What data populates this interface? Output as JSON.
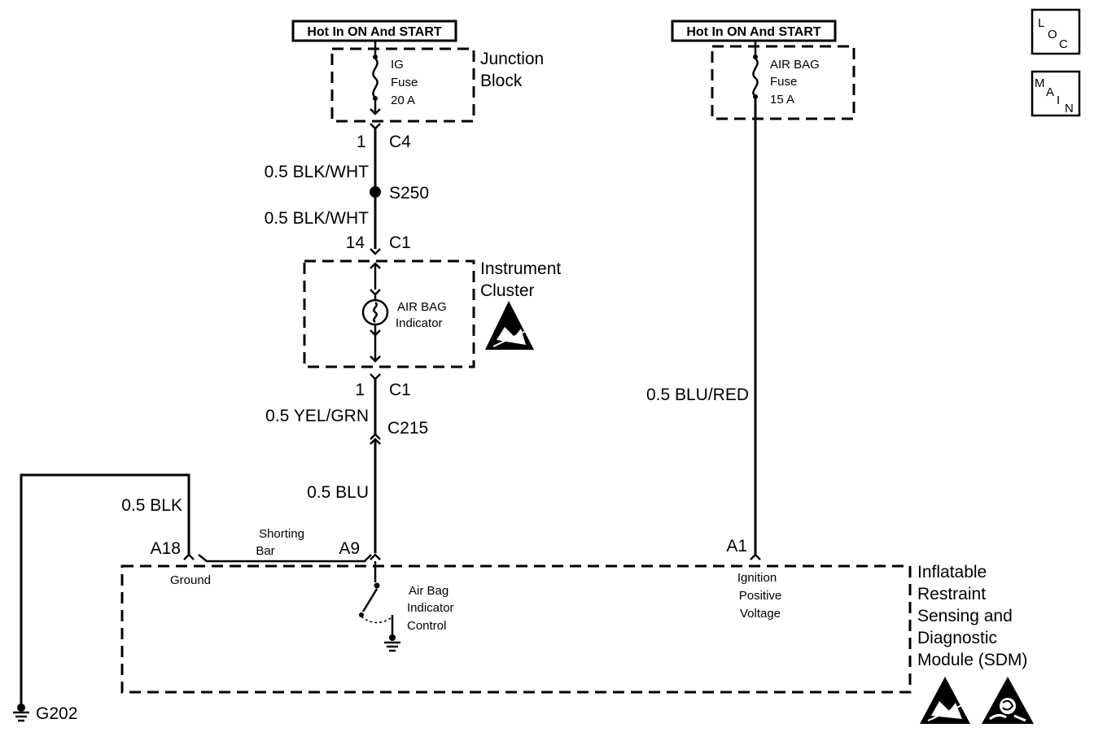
{
  "power_labels": {
    "left": "Hot In ON And START",
    "right": "Hot In ON And START"
  },
  "corner_icons": {
    "loc": {
      "letters": [
        "L",
        "O",
        "C"
      ],
      "icon": "location-view-icon"
    },
    "main": {
      "letters": [
        "M",
        "A",
        "I",
        "N"
      ],
      "icon": "main-view-icon"
    }
  },
  "junction_block": {
    "name_line1": "Junction",
    "name_line2": "Block",
    "fuse_line1": "IG",
    "fuse_line2": "Fuse",
    "fuse_line3": "20 A"
  },
  "airbag_fuse": {
    "fuse_line1": "AIR BAG",
    "fuse_line2": "Fuse",
    "fuse_line3": "15 A"
  },
  "instrument_cluster": {
    "name_line1": "Instrument",
    "name_line2": "Cluster",
    "indicator_line1": "AIR BAG",
    "indicator_line2": "Indicator"
  },
  "wires": {
    "blk_wht_1": "0.5 BLK/WHT",
    "blk_wht_2": "0.5 BLK/WHT",
    "yel_grn": "0.5 YEL/GRN",
    "blu": "0.5 BLU",
    "blk": "0.5 BLK",
    "blu_red": "0.5 BLU/RED"
  },
  "connectors": {
    "pin_1_c4": "1",
    "c4": "C4",
    "splice": "S250",
    "pin_14": "14",
    "c1_top": "C1",
    "pin_1_c1": "1",
    "c1_bottom": "C1",
    "c215": "C215",
    "a18": "A18",
    "a9": "A9",
    "a1": "A1"
  },
  "sdm": {
    "name_line1": "Inflatable",
    "name_line2": "Restraint",
    "name_line3": "Sensing and",
    "name_line4": "Diagnostic",
    "name_line5": "Module (SDM)",
    "ground_label": "Ground",
    "shorting_line1": "Shorting",
    "shorting_line2": "Bar",
    "control_line1": "Air Bag",
    "control_line2": "Indicator",
    "control_line3": "Control",
    "ignition_line1": "Ignition",
    "ignition_line2": "Positive",
    "ignition_line3": "Voltage"
  },
  "ground_point": "G202",
  "icons": [
    "esd-warning-icon",
    "airbag-warning-icon"
  ]
}
